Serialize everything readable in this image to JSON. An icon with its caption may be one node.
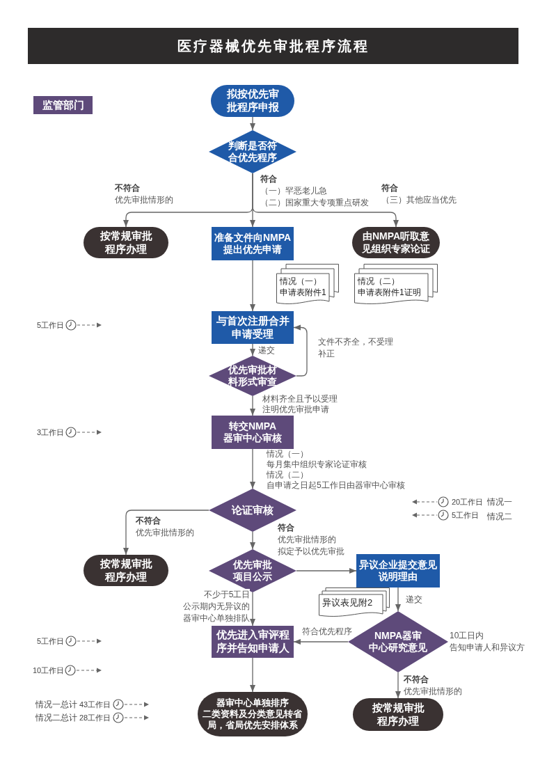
{
  "diagram": {
    "title": "医疗器械优先审批程序流程",
    "nodes": [
      {
        "text": [
          "拟按优先审批程序申报"
        ]
      },
      {
        "text": [
          "判断是否符合优先程序"
        ]
      },
      {
        "text": [
          "按常规审批程序办理"
        ]
      },
      {
        "text": [
          "准备文件向NMPA提出优先申请"
        ]
      },
      {
        "text": [
          "由NMPA听取意见组织专家论证"
        ]
      },
      {
        "text": [
          "情况（一）申请表附件1"
        ]
      },
      {
        "text": [
          "情况（二）申请表附件1证明"
        ]
      },
      {
        "text": [
          "与首次注册合并申请受理"
        ]
      },
      {
        "text": [
          "优先审批材料形式审查"
        ]
      },
      {
        "text": [
          "转交NMPA器审中心审核"
        ]
      },
      {
        "text": [
          "论证审核"
        ]
      },
      {
        "text": [
          "按常规审批程序办理"
        ]
      },
      {
        "text": [
          "优先审批项目公示"
        ]
      },
      {
        "text": [
          "异议企业提交意见说明理由"
        ]
      },
      {
        "text": [
          "异议表见附2"
        ]
      },
      {
        "text": [
          "NMPA器审中心研究意见"
        ],
        "beside": [
          "10工日内告知申请人和异议方"
        ]
      },
      {
        "text": [
          "优先进入审评程序并告知申请人"
        ]
      },
      {
        "text": [
          "器审中心单独排序二类资料及分类意见转省局，省局优先安排体系"
        ]
      },
      {
        "text": [
          "按常规审批程序办理"
        ]
      }
    ],
    "edges": [
      {
        "from": 0,
        "to": 1,
        "arrow": "to"
      },
      {
        "from": 1,
        "to": 2,
        "arrow": "to",
        "label": "**不符合**优先审批情形的"
      },
      {
        "from": 1,
        "to": 3,
        "arrow": "to",
        "label": "**符合**（一）罕恶老儿急（二）国家重大专项重点研发"
      },
      {
        "from": 1,
        "to": 4,
        "arrow": "to",
        "label": "**符合**（三）其他应当优先"
      },
      {
        "from": 3,
        "to": 7,
        "arrow": "to"
      },
      {
        "from": 7,
        "to": 8,
        "arrow": "to",
        "label": "递交"
      },
      {
        "from": 8,
        "to": 7,
        "arrow": "to",
        "label": "文件不齐全，不受理补正"
      },
      {
        "from": 8,
        "to": 9,
        "arrow": "to",
        "label": "材料齐全且予以受理注明优先审批申请"
      },
      {
        "from": 9,
        "to": 10,
        "arrow": "to",
        "label": "情况（一）每月集中组织专家论证审核"
      },
      {
        "from": 10,
        "to": 11,
        "arrow": "to",
        "label": "**不符合**优先审批情形的"
      },
      {
        "from": 10,
        "to": 12,
        "arrow": "to",
        "label": "**符合**优先审批情形的拟定予以优先审批"
      },
      {
        "from": 12,
        "to": 13,
        "arrow": "to"
      },
      {
        "from": 12,
        "to": 16,
        "arrow": "to",
        "label": "不少于5工日公示期内无异议的器审中心单独排队"
      },
      {
        "from": 13,
        "to": 15,
        "arrow": "to",
        "label": "递交"
      },
      {
        "from": 15,
        "to": 16,
        "arrow": "to",
        "label": "符合优先程序"
      },
      {
        "from": 15,
        "to": 18,
        "arrow": "to",
        "label": "**不符合**优先审批情形的"
      },
      {
        "from": 16,
        "to": 17,
        "arrow": "to"
      }
    ],
    "labels": [
      "5工作日",
      "3工作日",
      "情况（二）自申请之日起5工作日由器审中心审核",
      "20工作日",
      "情况一",
      "5工作日",
      "情况二",
      "5工作日",
      "10工作日",
      "情况一总计",
      "43工作日",
      "情况二总计",
      "28工作日"
    ],
    "legend": [
      {
        "text": "监管部门",
        "color": "#5e4a7a"
      }
    ]
  }
}
